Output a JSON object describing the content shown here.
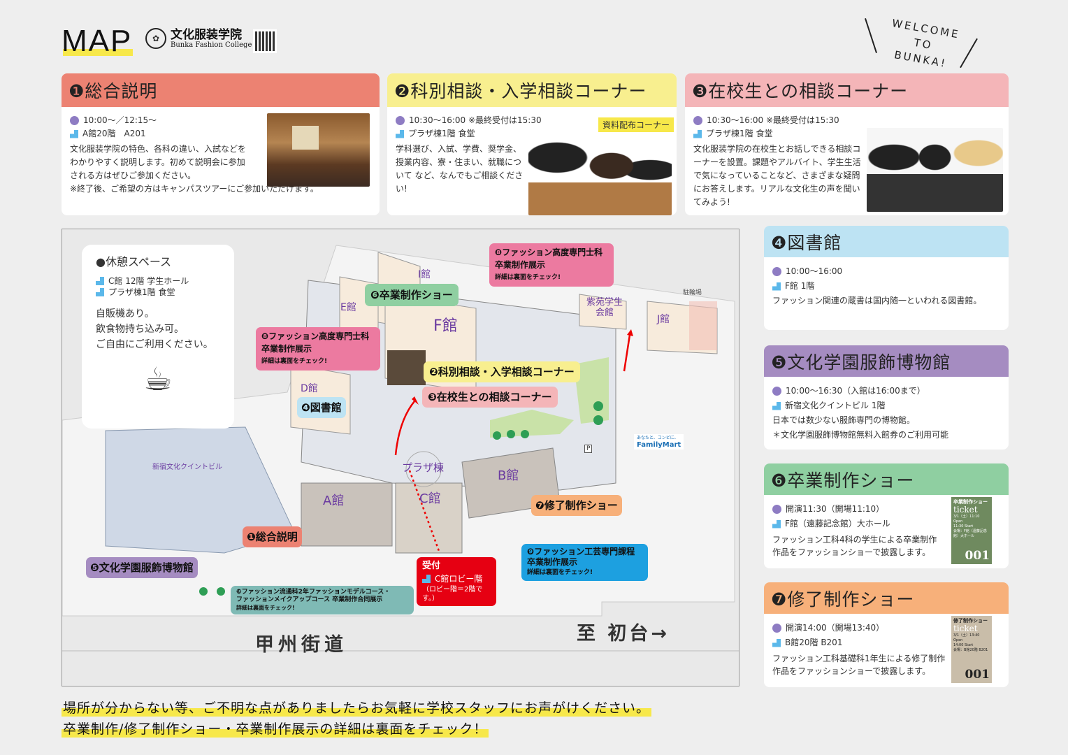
{
  "header": {
    "title": "MAP",
    "school_jp": "文化服装学院",
    "school_en": "Bunka Fashion College",
    "welcome": [
      "WELCOME",
      "TO",
      "BUNKA!"
    ]
  },
  "cards": [
    {
      "title": "❶総合説明",
      "time": "10:00〜／12:15〜",
      "place": "A館20階　A201",
      "desc": "文化服装学院の特色、各科の違い、入試などをわかりやすく説明します。初めて説明会に参加される方はぜひご参加ください。",
      "note": "※終了後、ご希望の方はキャンパスツアーにご参加いただけます。",
      "color": "#ec8272"
    },
    {
      "title": "❷科別相談・入学相談コーナー",
      "time": "10:30〜16:00 ※最終受付は15:30",
      "place": "プラザ棟1階 食堂",
      "desc": "学科選び、入試、学費、奨学金、授業内容、寮・住まい、就職について など、なんでもご相談ください!",
      "tag": "資料配布コーナー",
      "color": "#f8ef8f"
    },
    {
      "title": "❸在校生との相談コーナー",
      "time": "10:30〜16:00 ※最終受付は15:30",
      "place": "プラザ棟1階 食堂",
      "desc": "文化服装学院の在校生とお話しできる相談コーナーを設置。課題やアルバイト、学生生活で気になっていることなど、さまざまな疑問にお答えします。リアルな文化生の声を聞いてみよう!",
      "color": "#f4b5b8"
    },
    {
      "title": "❹図書館",
      "time": "10:00〜16:00",
      "place": "F館 1階",
      "desc": "ファッション関連の蔵書は国内随一といわれる図書館。",
      "color": "#bde3f3"
    },
    {
      "title": "❺文化学園服飾博物館",
      "time": "10:00〜16:30（入館は16:00まで）",
      "place": "新宿文化クイントビル 1階",
      "desc": "日本では数少ない服飾専門の博物館。",
      "note": "＊文化学園服飾博物館無料入館券のご利用可能",
      "color": "#a58cc1"
    },
    {
      "title": "❻卒業制作ショー",
      "time": "開演11:30（開場11:10）",
      "place": "F館（遠藤記念館）大ホール",
      "desc": "ファッション工科4科の学生による卒業制作作品をファッションショーで披露します。",
      "ticket": {
        "title": "卒業制作ショー",
        "word": "ticket",
        "date": "3/1（土）11:10 Open",
        "start": "11:30 Start",
        "venue": "会場：F館（遠藤記念館）大ホール",
        "num": "001"
      },
      "color": "#8fcfa1"
    },
    {
      "title": "❼修了制作ショー",
      "time": "開演14:00（開場13:40）",
      "place": "B館20階 B201",
      "desc": "ファッション工科基礎科1年生による修了制作作品をファッションショーで披露します。",
      "ticket": {
        "title": "修了制作ショー",
        "word": "ticket",
        "date": "3/1（土）13:40 Open",
        "start": "14:00 Start",
        "venue": "会場：B館20階 B201",
        "num": "001"
      },
      "color": "#f7b07a"
    }
  ],
  "rest": {
    "title": "●休憩スペース",
    "places": [
      "C館 12階 学生ホール",
      "プラザ棟1階 食堂"
    ],
    "desc": [
      "自販機あり。",
      "飲食物持ち込み可。",
      "ご自由にご利用ください。"
    ]
  },
  "map": {
    "buildings": {
      "i": "I館",
      "e": "E館",
      "f": "F館",
      "d": "D館",
      "a": "A館",
      "c": "C館",
      "b": "B館",
      "plaza": "プラザ棟",
      "quint": "新宿文化クイントビル",
      "shion": "紫苑学生会館",
      "j": "J館",
      "bike": "駐輪場",
      "parking": "P"
    },
    "familymart": {
      "tagline": "あなたと、コンビに、",
      "name": "FamilyMart"
    },
    "callouts": {
      "c1": "❶総合説明",
      "c2": "❷科別相談・入学相談コーナー",
      "c3": "❸在校生との相談コーナー",
      "c4": "❹図書館",
      "c5": "❺文化学園服飾博物館",
      "c6": "❻卒業制作ショー",
      "c7": "❼修了制作ショー",
      "c8a": {
        "title": "❽ファッション高度専門士科",
        "sub": "卒業制作展示",
        "note": "詳細は裏面をチェック!"
      },
      "c8b": {
        "title": "❽ファッション高度専門士科",
        "sub": "卒業制作展示",
        "note": "詳細は裏面をチェック!"
      },
      "c9": {
        "title": "❾ファッション工芸専門課程",
        "sub": "卒業制作展示",
        "note": "詳細は裏面をチェック!"
      },
      "c10": {
        "title": "❿ファッション流通科2年ファッションモデルコース・",
        "sub": "ファッションメイクアップコース 卒業制作合同展示",
        "note": "詳細は裏面をチェック!"
      }
    },
    "reception": {
      "title": "受付",
      "place": "C館ロビー階",
      "note": "（ロビー階＝2階です。）"
    },
    "street": "甲州街道",
    "direction": "至 初台→"
  },
  "footer": [
    "場所が分からない等、ご不明な点がありましたらお気軽に学校スタッフにお声がけください。",
    "卒業制作/修了制作ショー・卒業制作展示の詳細は裏面をチェック！"
  ]
}
